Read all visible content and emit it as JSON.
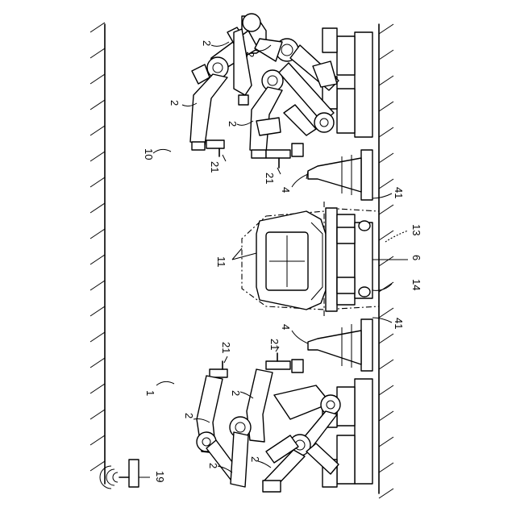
{
  "labels": {
    "system_top": "10",
    "system_bottom": "1",
    "vehicle": "11",
    "conveyor": "13",
    "jig_base": "6",
    "platform": "14",
    "beam_top": "41",
    "beam_bottom": "41",
    "stand_top": "4",
    "stand_bottom": "4",
    "tool_top_a": "21",
    "tool_top_b": "21",
    "tool_bottom_a": "21",
    "tool_bottom_b": "21",
    "robot_top_1": "2",
    "robot_top_2": "2",
    "robot_top_3": "2",
    "robot_top_4": "2",
    "robot_bottom_1": "2",
    "robot_bottom_2": "2",
    "robot_bottom_3": "2",
    "robot_bottom_4": "2",
    "wireless_device": "19"
  },
  "icons": {
    "wireless": "wireless-signal-icon"
  }
}
